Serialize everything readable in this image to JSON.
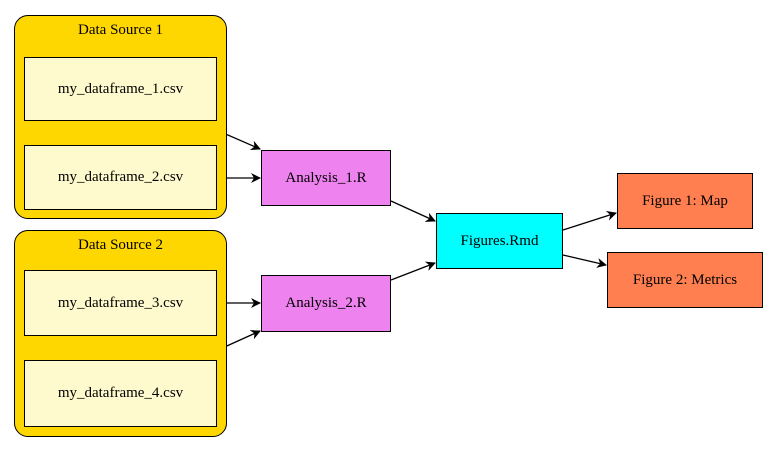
{
  "clusters": [
    {
      "id": "source1",
      "label": "Data Source 1"
    },
    {
      "id": "source2",
      "label": "Data Source 2"
    }
  ],
  "nodes": {
    "df1": "my_dataframe_1.csv",
    "df2": "my_dataframe_2.csv",
    "df3": "my_dataframe_3.csv",
    "df4": "my_dataframe_4.csv",
    "analysis1": "Analysis_1.R",
    "analysis2": "Analysis_2.R",
    "figures": "Figures.Rmd",
    "fig1": "Figure 1: Map",
    "fig2": "Figure 2: Metrics"
  },
  "edges": [
    {
      "from": "df1",
      "to": "analysis1"
    },
    {
      "from": "df2",
      "to": "analysis1"
    },
    {
      "from": "df3",
      "to": "analysis2"
    },
    {
      "from": "df4",
      "to": "analysis2"
    },
    {
      "from": "analysis1",
      "to": "figures"
    },
    {
      "from": "analysis2",
      "to": "figures"
    },
    {
      "from": "figures",
      "to": "fig1"
    },
    {
      "from": "figures",
      "to": "fig2"
    }
  ],
  "colors": {
    "cluster_fill": "#ffd700",
    "file_fill": "#fffacd",
    "analysis_fill": "#ee82ee",
    "figures_fill": "#00ffff",
    "output_fill": "#ff7f50",
    "edge": "#000000"
  }
}
